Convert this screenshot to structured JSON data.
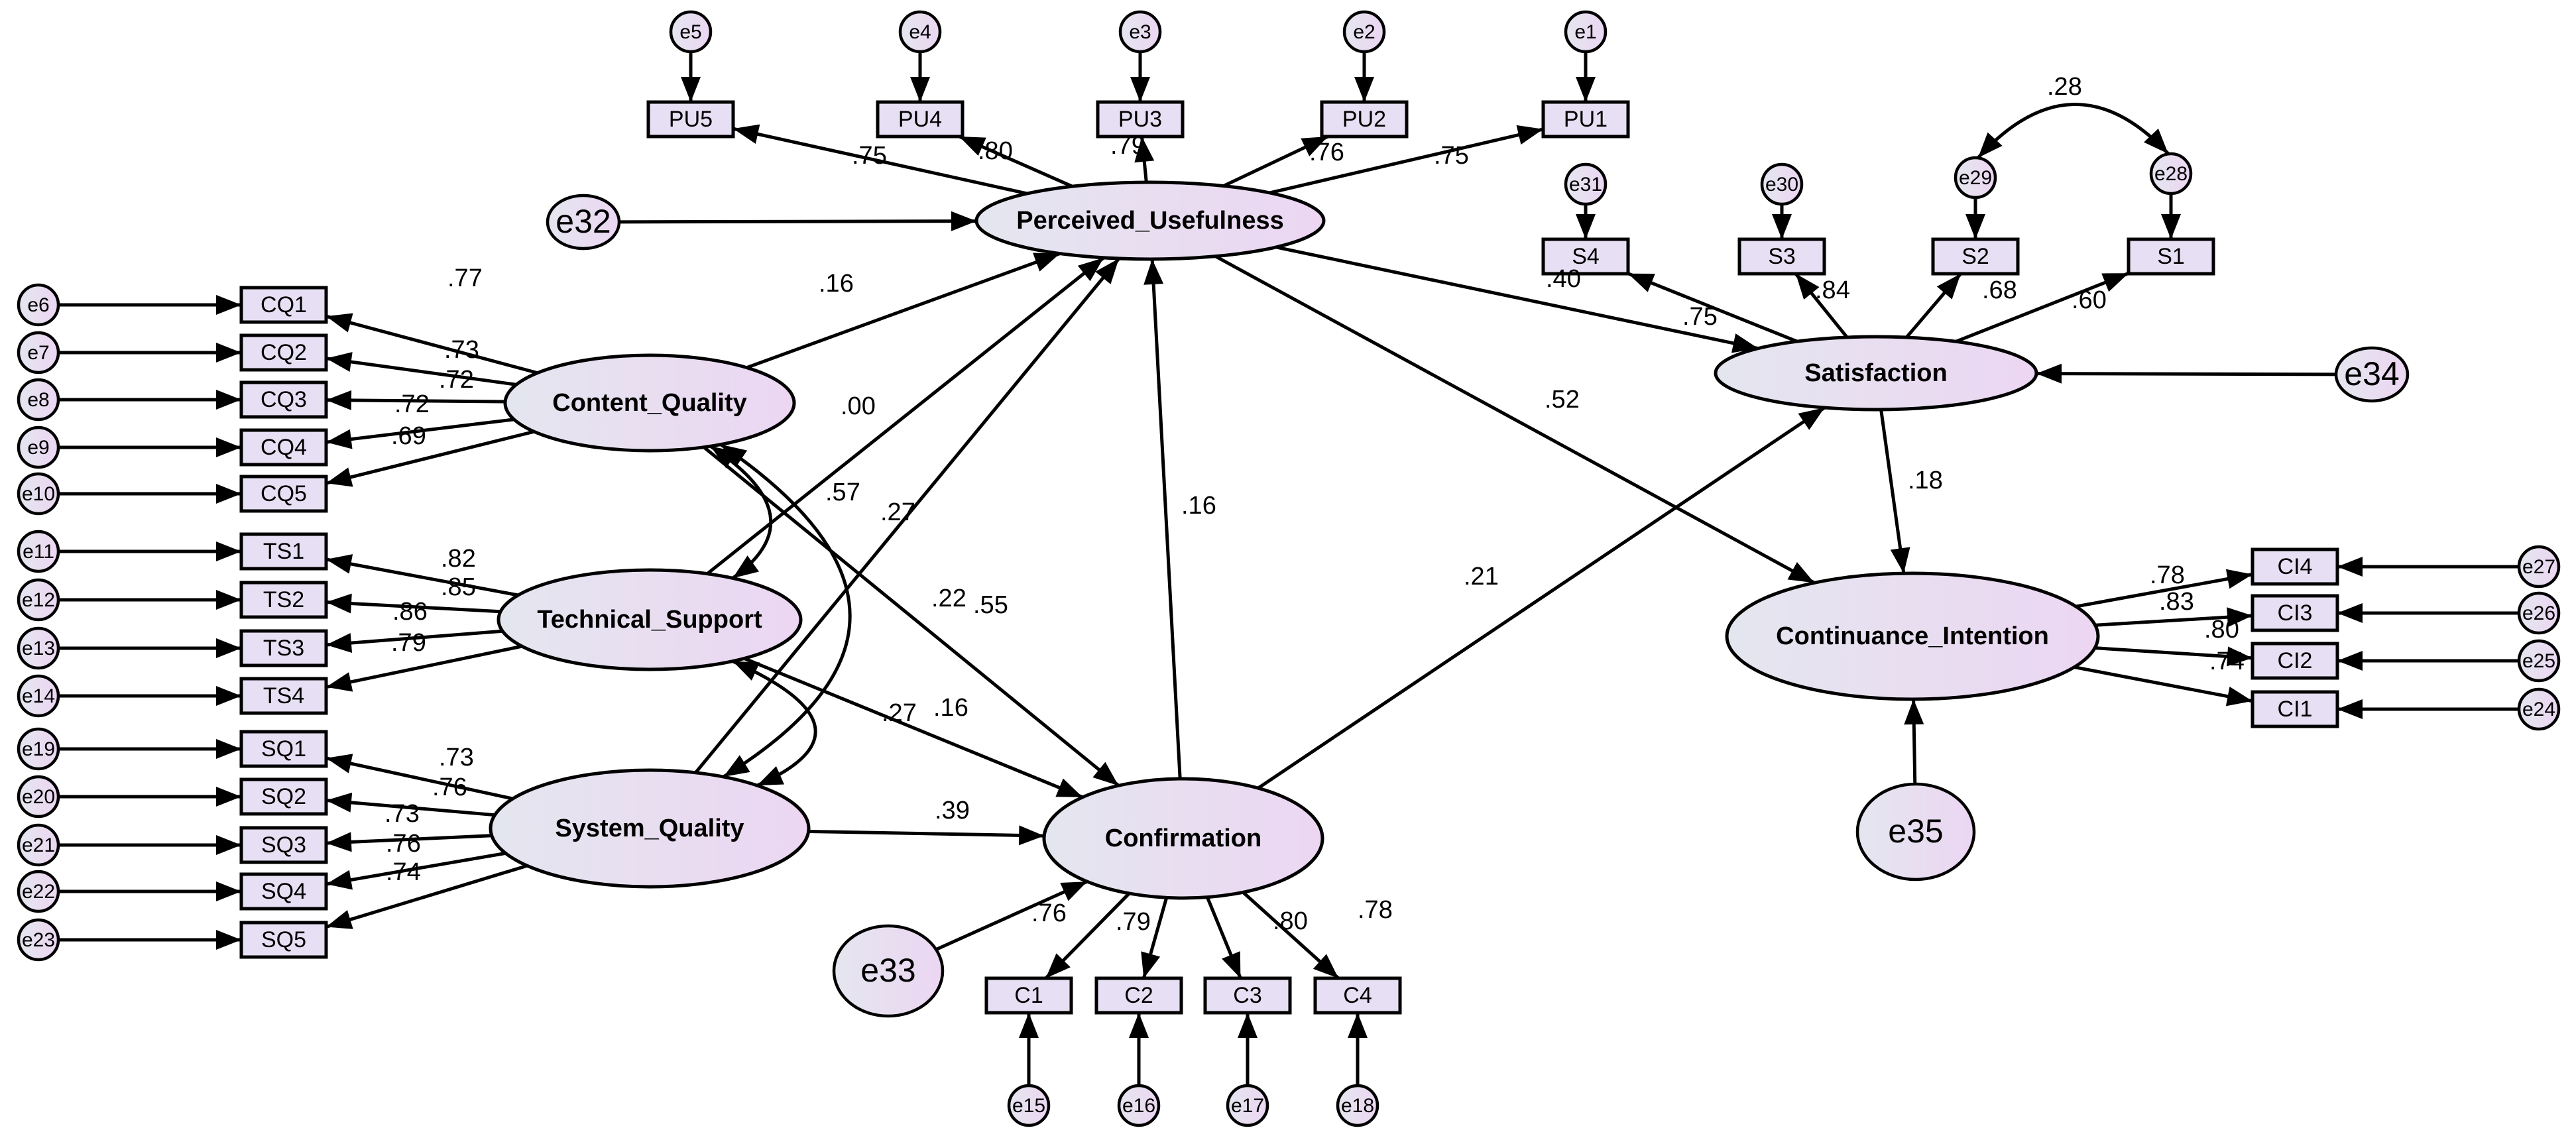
{
  "latents": [
    {
      "id": "pu",
      "label": "Perceived_Usefulness"
    },
    {
      "id": "cq",
      "label": "Content_Quality"
    },
    {
      "id": "ts",
      "label": "Technical_Support"
    },
    {
      "id": "sq",
      "label": "System_Quality"
    },
    {
      "id": "cf",
      "label": "Confirmation"
    },
    {
      "id": "sat",
      "label": "Satisfaction"
    },
    {
      "id": "ci",
      "label": "Continuance_Intention"
    }
  ],
  "indicators": [
    "PU5",
    "PU4",
    "PU3",
    "PU2",
    "PU1",
    "CQ1",
    "CQ2",
    "CQ3",
    "CQ4",
    "CQ5",
    "TS1",
    "TS2",
    "TS3",
    "TS4",
    "SQ1",
    "SQ2",
    "SQ3",
    "SQ4",
    "SQ5",
    "C1",
    "C2",
    "C3",
    "C4",
    "S4",
    "S3",
    "S2",
    "S1",
    "CI4",
    "CI3",
    "CI2",
    "CI1"
  ],
  "errors": [
    "e5",
    "e4",
    "e3",
    "e2",
    "e1",
    "e6",
    "e7",
    "e8",
    "e9",
    "e10",
    "e11",
    "e12",
    "e13",
    "e14",
    "e19",
    "e20",
    "e21",
    "e22",
    "e23",
    "e15",
    "e16",
    "e17",
    "e18",
    "e31",
    "e30",
    "e29",
    "e28",
    "e27",
    "e26",
    "e25",
    "e24"
  ],
  "disturbances": [
    "e32",
    "e33",
    "e34",
    "e35"
  ],
  "coefficients": {
    "pu5": ".75",
    "pu4": ".80",
    "pu3": ".79",
    "pu2": ".76",
    "pu1": ".75",
    "cq1": ".77",
    "cq2": ".73",
    "cq3": ".72",
    "cq4": ".72",
    "cq5": ".69",
    "ts1": ".82",
    "ts2": ".85",
    "ts3": ".86",
    "ts4": ".79",
    "sq1": ".73",
    "sq2": ".76",
    "sq3": ".73",
    "sq4": ".76",
    "sq5": ".74",
    "c1": ".76",
    "c2": ".79",
    "c3": ".80",
    "c4": ".78",
    "s4": ".75",
    "s3": ".84",
    "s2": ".68",
    "s1": ".60",
    "ci4": ".78",
    "ci3": ".83",
    "ci2": ".80",
    "ci1": ".74",
    "cq_pu": ".16",
    "cq_ts": ".00",
    "sq_pu": ".57",
    "ts_pu": ".27",
    "cq_cf": ".22",
    "cq_sq": ".55",
    "ts_sq": ".27",
    "ts_cf": ".16",
    "sq_cf": ".39",
    "cf_pu": ".16",
    "cf_sat": ".21",
    "pu_sat": ".40",
    "pu_ci": ".52",
    "sat_ci": ".18",
    "e29_e28": ".28"
  }
}
